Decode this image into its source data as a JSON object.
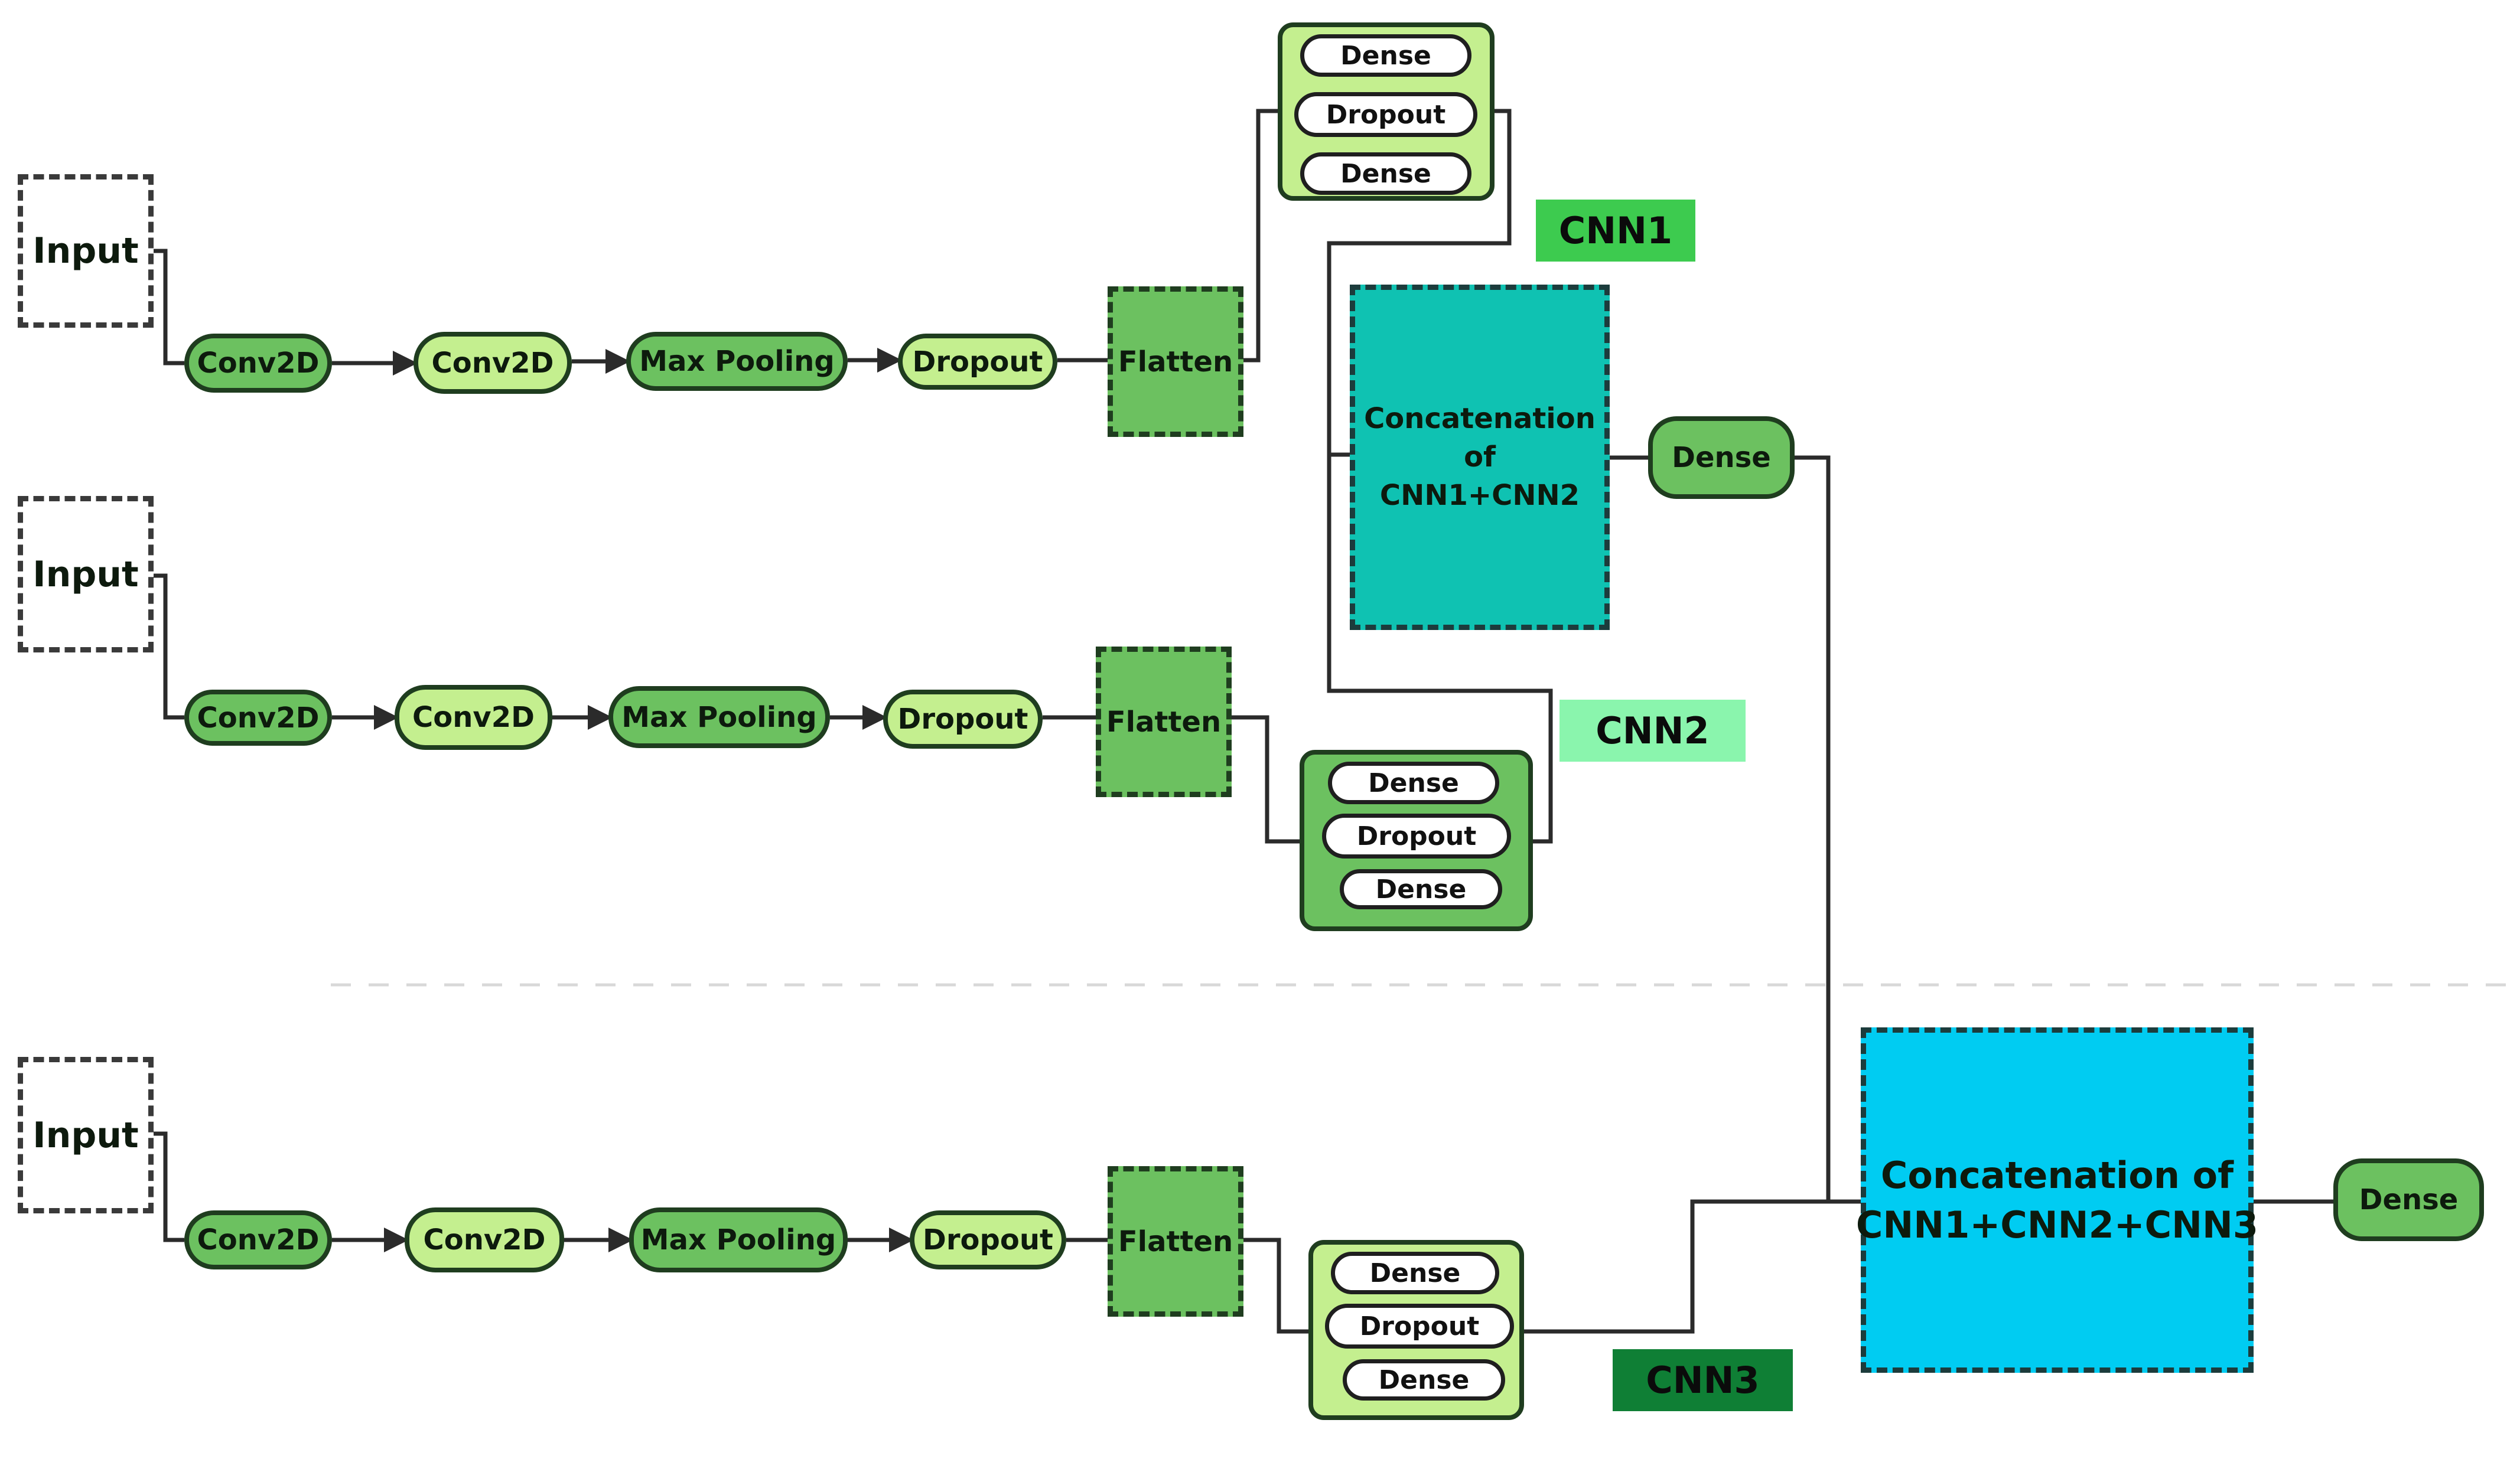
{
  "diagram": {
    "rows": [
      {
        "input": "Input",
        "layers": [
          "Conv2D",
          "Conv2D",
          "Max Pooling",
          "Dropout"
        ],
        "flatten": "Flatten",
        "head": [
          "Dense",
          "Dropout",
          "Dense"
        ],
        "tag": "CNN1"
      },
      {
        "input": "Input",
        "layers": [
          "Conv2D",
          "Conv2D",
          "Max Pooling",
          "Dropout"
        ],
        "flatten": "Flatten",
        "head": [
          "Dense",
          "Dropout",
          "Dense"
        ],
        "tag": "CNN2"
      },
      {
        "input": "Input",
        "layers": [
          "Conv2D",
          "Conv2D",
          "Max Pooling",
          "Dropout"
        ],
        "flatten": "Flatten",
        "head": [
          "Dense",
          "Dropout",
          "Dense"
        ],
        "tag": "CNN3"
      }
    ],
    "concat12": {
      "line1": "Concatenation of",
      "line2": "CNN1+CNN2"
    },
    "dense_after_concat12": "Dense",
    "concat123": {
      "line1": "Concatenation of",
      "line2": "CNN1+CNN2+CNN3"
    },
    "output_dense": "Dense"
  },
  "colors": {
    "layer_dark": "#6cc160",
    "layer_light": "#c4ef8f",
    "tag_cnn1": "#3dcb4f",
    "tag_cnn2": "#8af5ad",
    "tag_cnn3": "#0f7f35",
    "concat12": "#0fc2b2",
    "concat123": "#00ccf2"
  }
}
